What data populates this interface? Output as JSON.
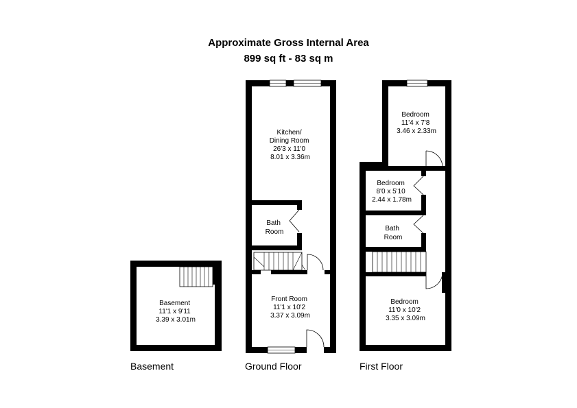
{
  "header": {
    "title": "Approximate Gross Internal Area",
    "area": "899 sq ft - 83 sq m"
  },
  "floors": {
    "basement": "Basement",
    "ground": "Ground Floor",
    "first": "First Floor"
  },
  "rooms": {
    "basement": [
      "Basement",
      "11'1 x 9'11",
      "3.39 x 3.01m"
    ],
    "kitchen": [
      "Kitchen/",
      "Dining Room",
      "26'3 x 11'0",
      "8.01 x 3.36m"
    ],
    "ground_bath": [
      "Bath",
      "Room"
    ],
    "front_room": [
      "Front Room",
      "11'1 x 10'2",
      "3.37 x 3.09m"
    ],
    "bedroom_top": [
      "Bedroom",
      "11'4 x 7'8",
      "3.46 x 2.33m"
    ],
    "bedroom_small": [
      "Bedroom",
      "8'0 x 5'10",
      "2.44 x 1.78m"
    ],
    "first_bath": [
      "Bath",
      "Room"
    ],
    "bedroom_front": [
      "Bedroom",
      "11'0 x 10'2",
      "3.35 x 3.09m"
    ]
  },
  "colors": {
    "wall": "#000000",
    "background": "#ffffff"
  }
}
